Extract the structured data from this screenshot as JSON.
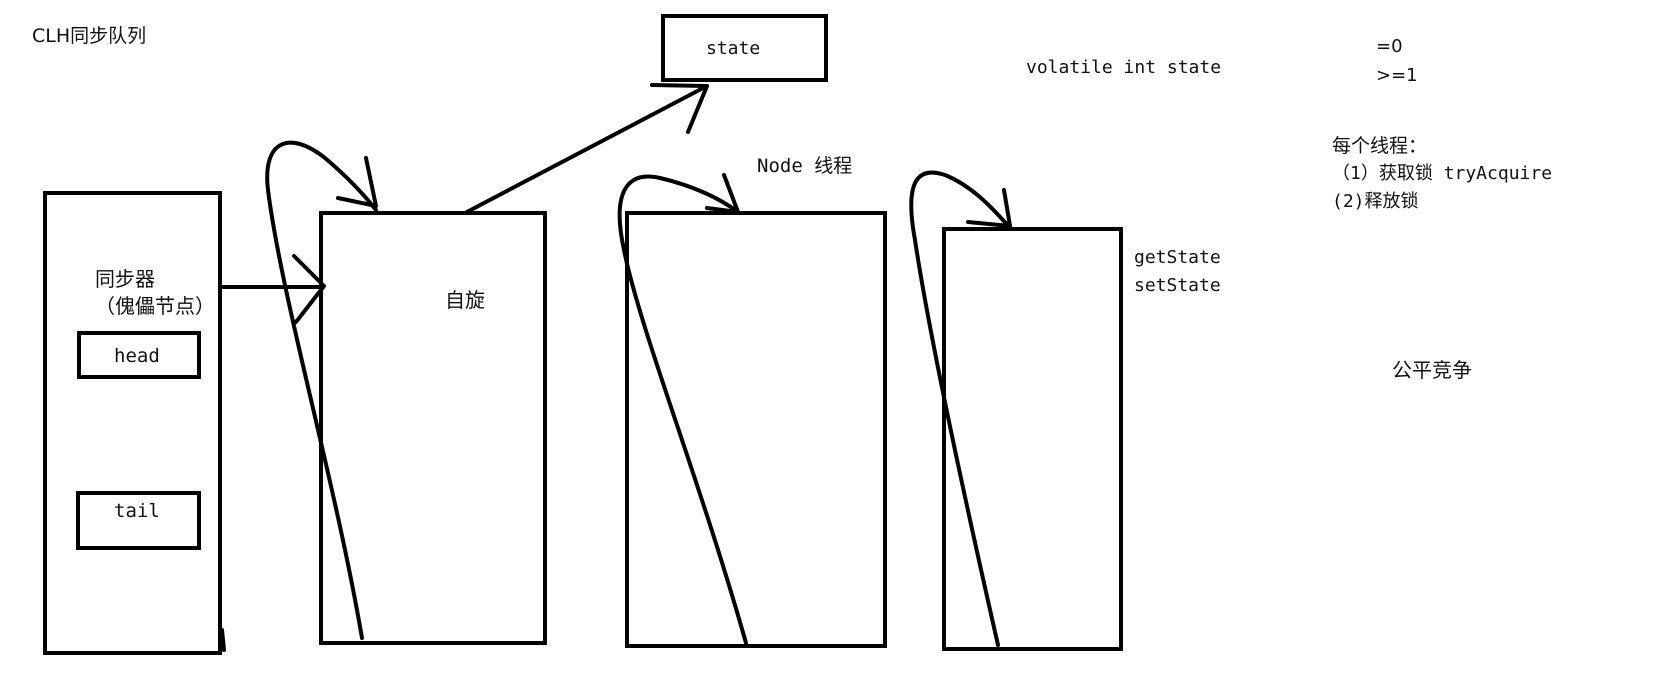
{
  "title": "CLH同步队列",
  "state_box": {
    "label": "state"
  },
  "state_decl": "volatile int state",
  "state_values": [
    "=0",
    ">=1"
  ],
  "synchronizer": {
    "title": "同步器",
    "subtitle": "（傀儡节点）",
    "head": "head",
    "tail": "tail"
  },
  "spin_label": "自旋",
  "node_label": "Node  线程",
  "methods": [
    "getState",
    "setState"
  ],
  "per_thread": {
    "heading": "每个线程：",
    "items": [
      "（1）获取锁  tryAcquire",
      "(2)释放锁"
    ]
  },
  "fairness": "公平竞争"
}
